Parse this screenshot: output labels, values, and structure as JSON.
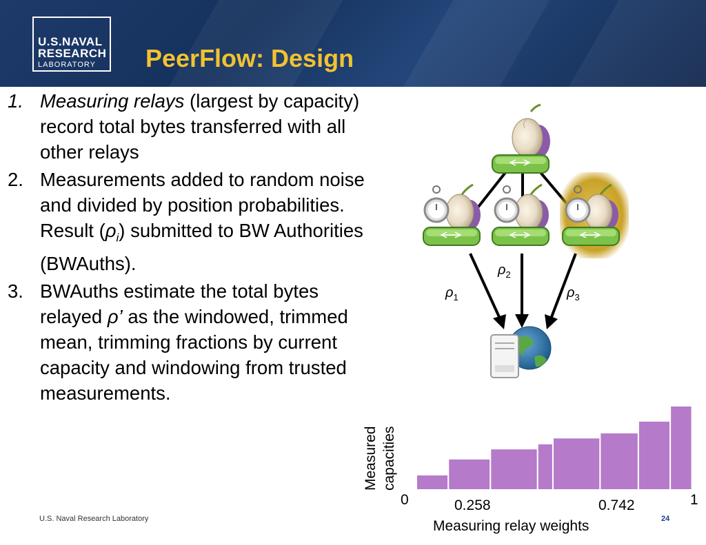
{
  "header": {
    "logo_line1": "U.S.NAVAL",
    "logo_line2": "RESEARCH",
    "logo_line3": "LABORATORY",
    "title": "PeerFlow: Design"
  },
  "steps": [
    {
      "num": "1.",
      "emph": "Measuring relays",
      "text": " (largest by capacity) record total bytes transferred with all other relays"
    },
    {
      "num": "2.",
      "pre": "Measurements added to random noise and divided by position probabilities. Result (",
      "rho": "ρ",
      "sub": "i",
      "post": ") submitted to BW Authorities (BWAuths)."
    },
    {
      "num": "3.",
      "pre": "BWAuths estimate the total bytes relayed ",
      "rho": "ρ’",
      "post": " as the windowed, trimmed mean, trimming fractions by current capacity and windowing from trusted measurements."
    }
  ],
  "diagram": {
    "rho_symbol": "ρ",
    "rho1_sub": "1",
    "rho2_sub": "2",
    "rho3_sub": "3",
    "icons": [
      "onion-router-icon",
      "stopwatch-icon",
      "server-globe-icon"
    ],
    "colors": {
      "router_green": "#7cc24a",
      "onion_purple": "#8b5aa8",
      "highlight_gold": "#c9a227"
    }
  },
  "chart_data": {
    "type": "bar",
    "ylabel_line1": "Measured",
    "ylabel_line2": "capacities",
    "xlabel": "Measuring relay weights",
    "x_ticks": [
      "0",
      "0.258",
      "0.742",
      "1"
    ],
    "xlim": [
      0,
      1
    ],
    "ylim": [
      0,
      1
    ],
    "bar_color": "#b57ac9",
    "bars": [
      {
        "x0": 0.0,
        "x1": 0.125,
        "value": 0.18
      },
      {
        "x0": 0.125,
        "x1": 0.29,
        "value": 0.37
      },
      {
        "x0": 0.29,
        "x1": 0.475,
        "value": 0.49
      },
      {
        "x0": 0.475,
        "x1": 0.535,
        "value": 0.55
      },
      {
        "x0": 0.535,
        "x1": 0.72,
        "value": 0.62
      },
      {
        "x0": 0.72,
        "x1": 0.87,
        "value": 0.68
      },
      {
        "x0": 0.87,
        "x1": 0.995,
        "value": 0.82
      },
      {
        "x0": 0.995,
        "x1": 1.08,
        "value": 1.0
      }
    ]
  },
  "footer": {
    "org": "U.S. Naval Research Laboratory",
    "page": "24"
  }
}
